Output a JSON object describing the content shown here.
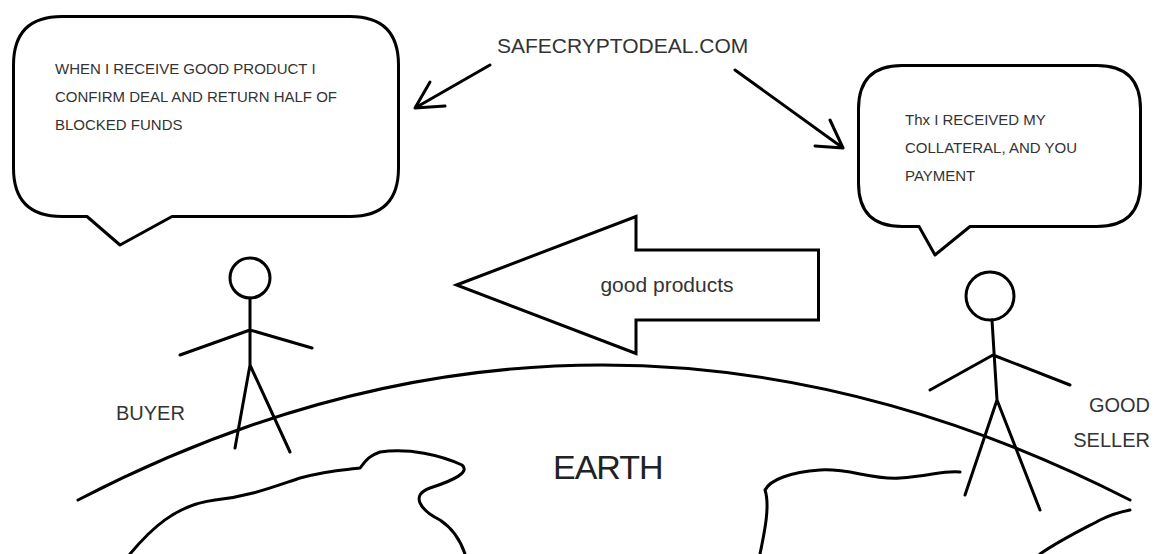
{
  "diagram": {
    "title": "SAFECRYPTODEAL.COM",
    "nodes": [
      {
        "text": [
          "WHEN I RECEIVE GOOD PRODUCT I CONFIRM DEAL AND RETURN HALF OF BLOCKED FUNDS"
        ]
      },
      {
        "text": [
          "Thx I RECEIVED MY COLLATERAL, AND YOU PAYMENT"
        ]
      },
      {
        "text": [
          "good products"
        ]
      }
    ],
    "labels": [
      "BUYER",
      "GOOD SELLER",
      "EARTH"
    ]
  }
}
